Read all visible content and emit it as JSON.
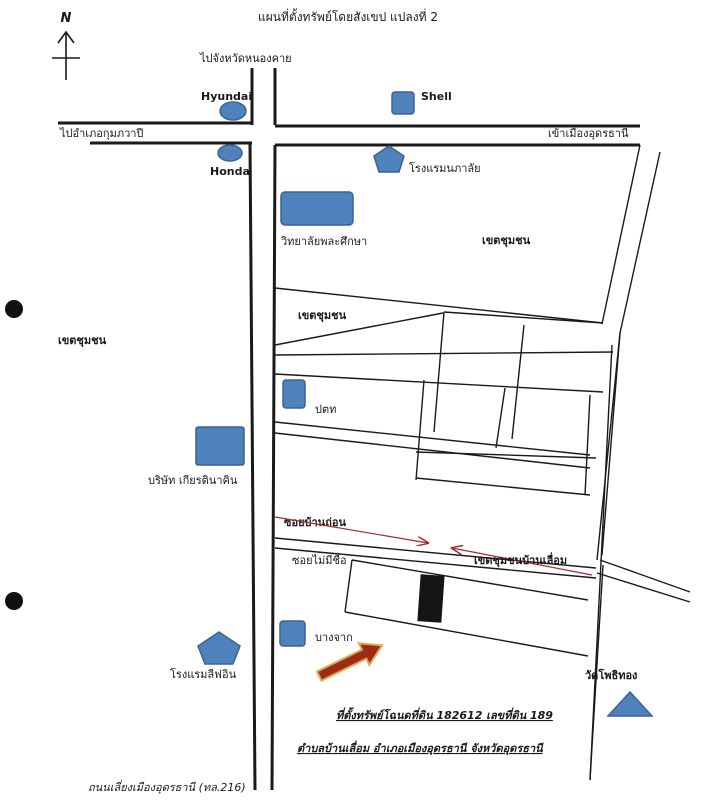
{
  "title": "แผนที่ตั้งทรัพย์โดยสังเขป แปลงที่ 2",
  "north": "N",
  "roads": {
    "to_nongkhai": "ไปจังหวัดหนองคาย",
    "to_kumphawapi": "ไปอำเภอกุมภวาปี",
    "to_udon_city": "เข้าเมืองอุดรธานี",
    "bypass": "ถนนเลี่ยงเมืองอุดรธานี (ทล.216)",
    "soi_ban_tone": "ซอยบ้านถ่อน",
    "soi_no_name": "ซอยไม่มีชื่อ"
  },
  "landmarks": {
    "hyundai": "Hyundai",
    "honda": "Honda",
    "shell": "Shell",
    "hotel_pralai": "โรงแรมนภาลัย",
    "college": "วิทยาลัยพละศึกษา",
    "ptt": "ปตท",
    "company": "บริษัท เกียรตินาคิน",
    "bangchak": "บางจาก",
    "hotel_lifin": "โรงแรมลีฟอิน",
    "wat": "วัดโพธิทอง"
  },
  "zones": {
    "community_1": "เขตชุมชน",
    "community_2": "เขตชุมชน",
    "community_3": "เขตชุมชน",
    "community_ban_leam": "เขตชุมชนบ้านเลื่อม"
  },
  "location": {
    "line1": "ที่ตั้งทรัพย์โฉนดที่ดิน 182612 เลขที่ดิน 189",
    "line2": "ตำบลบ้านเลื่อม อำเภอเมืองอุดรธานี จังหวัดอุดรธานี"
  },
  "colors": {
    "marker": "#4f81bd",
    "marker_stroke": "#3a6494",
    "property": "#151515",
    "arrow": "#9b2d16",
    "arrow_border": "#e0a650",
    "road_line": "#1a1a1a",
    "soi_arrow": "#a52a2a"
  }
}
